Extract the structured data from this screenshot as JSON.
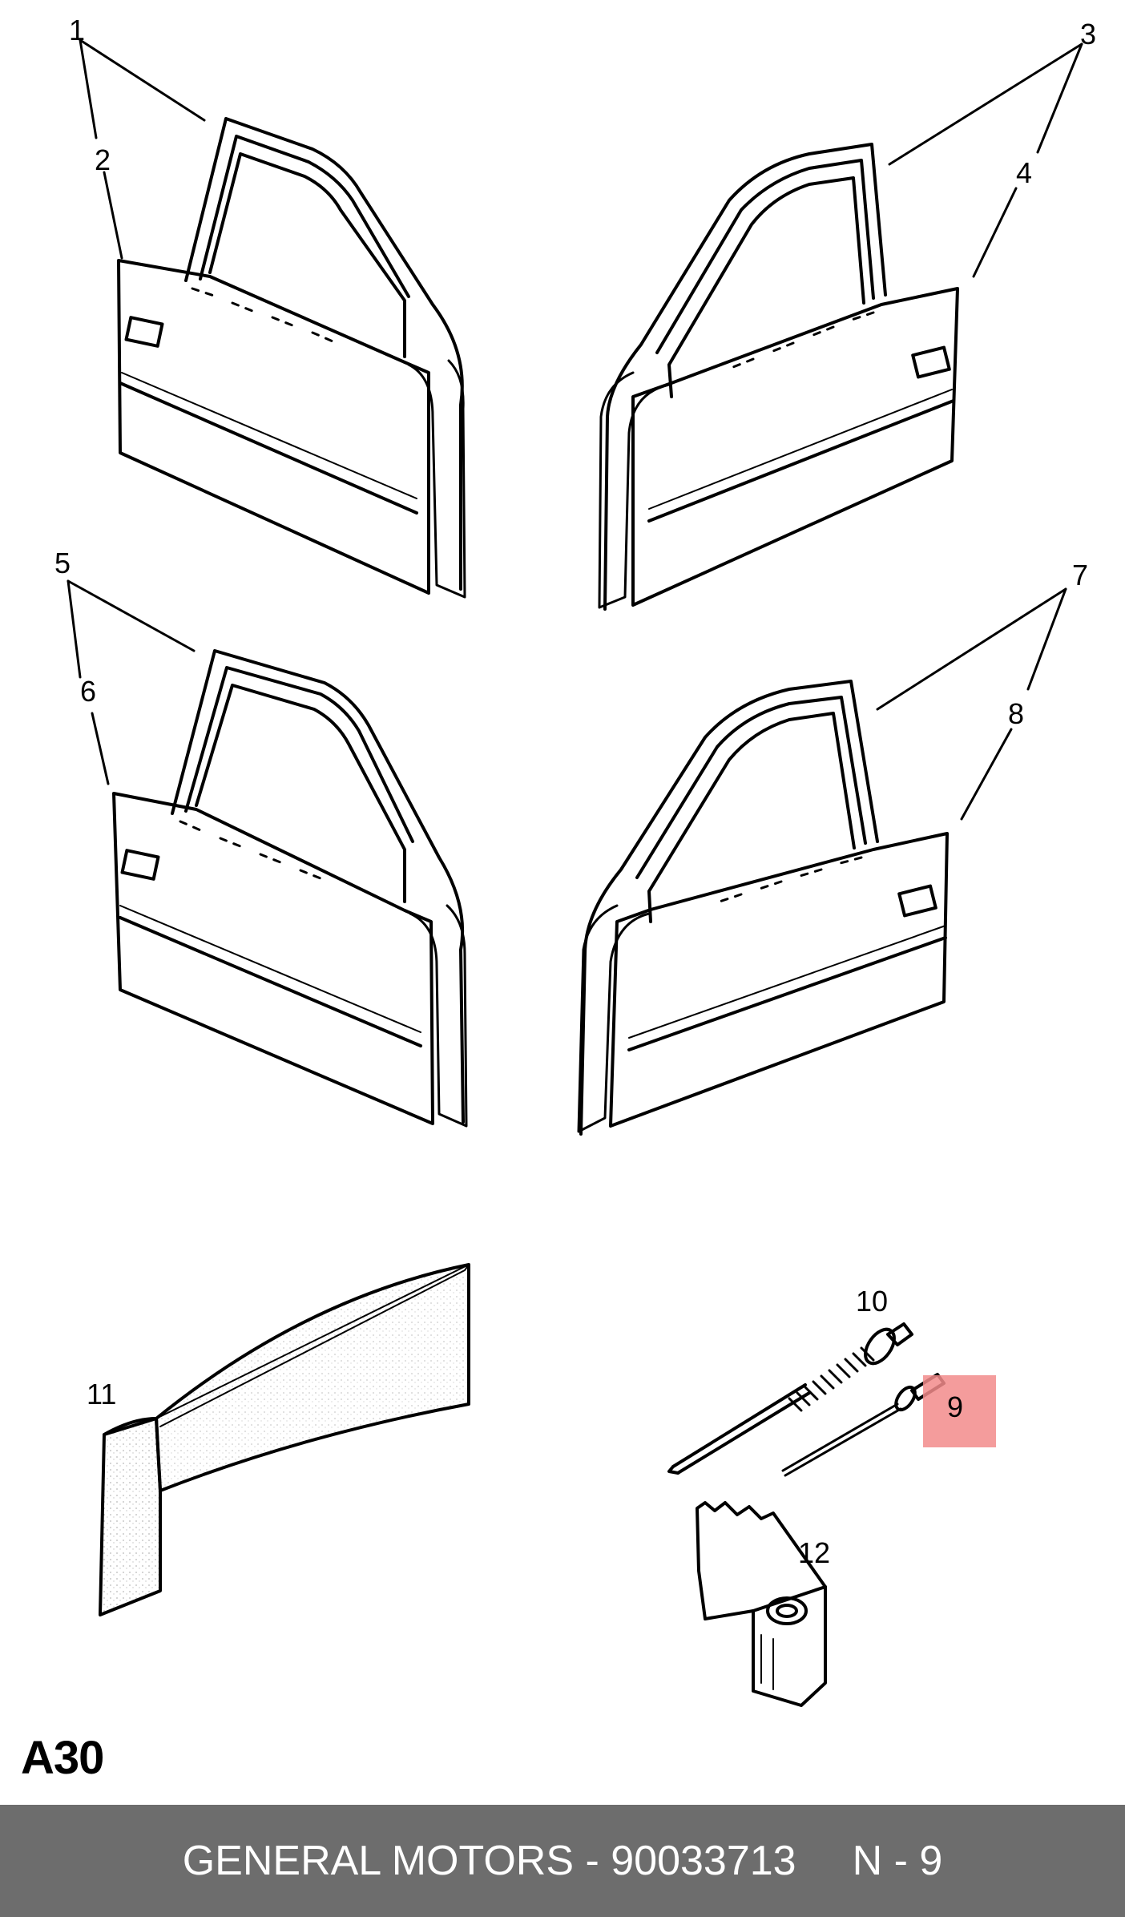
{
  "callouts": {
    "c1": "1",
    "c2": "2",
    "c3": "3",
    "c4": "4",
    "c5": "5",
    "c6": "6",
    "c7": "7",
    "c8": "8",
    "c9": "9",
    "c10": "10",
    "c11": "11",
    "c12": "12"
  },
  "highlight": {
    "label": "9",
    "color": "#f28b8b"
  },
  "sheet_code": "A30",
  "footer": {
    "part_info": "GENERAL MOTORS - 90033713",
    "position": "N - 9",
    "background": "#6d6d6d"
  }
}
